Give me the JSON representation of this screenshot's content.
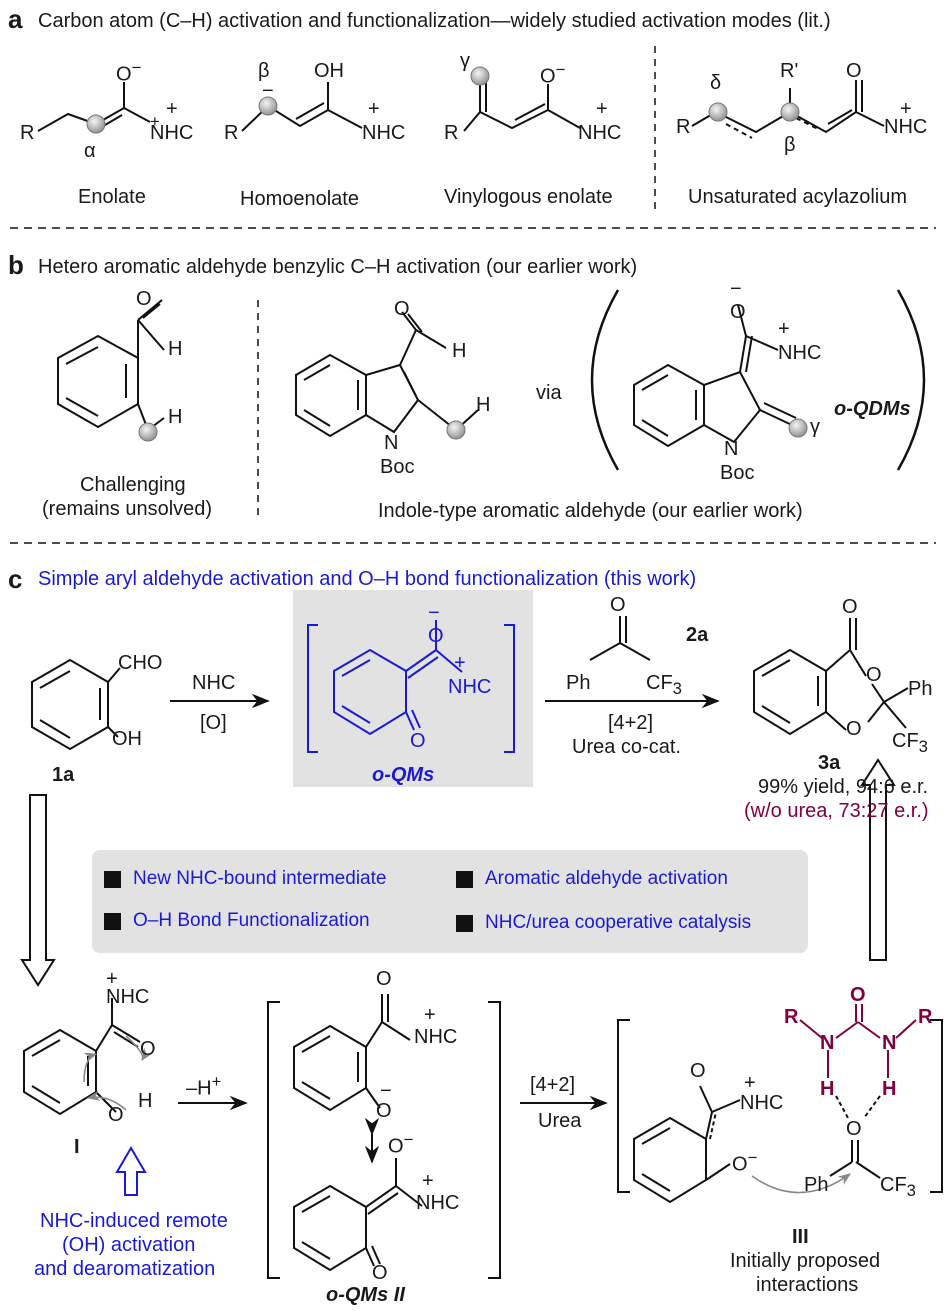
{
  "panel_a": {
    "letter": "a",
    "heading": "Carbon atom (C–H) activation and functionalization—widely studied activation modes (lit.)",
    "enolate": "Enolate",
    "homoenolate": "Homoenolate",
    "vinylogous": "Vinylogous enolate",
    "acylazolium": "Unsaturated acylazolium"
  },
  "panel_b": {
    "letter": "b",
    "heading": "Hetero aromatic aldehyde benzylic C–H activation (our earlier work)",
    "challenging": "Challenging",
    "unsolved": "(remains unsolved)",
    "via": "via",
    "oqdms": "o-QDMs",
    "indole_caption": "Indole-type aromatic aldehyde (our earlier work)"
  },
  "panel_c": {
    "letter": "c",
    "heading": "Simple aryl aldehyde activation and O–H bond functionalization (this work)",
    "label_1a": "1a",
    "nhc": "NHC",
    "oxidant": "[O]",
    "oqms": "o-QMs",
    "reagent": "2a",
    "cyclo": "[4+2]",
    "urea_cocat": "Urea co-cat.",
    "product": "3a",
    "yield": "99% yield, 94:6 e.r.",
    "wo_urea": "(w/o urea, 73:27 e.r.)",
    "features": [
      "New NHC-bound intermediate",
      "Aromatic aldehyde activation",
      "O–H Bond Functionalization",
      "NHC/urea cooperative catalysis"
    ],
    "label_I": "I",
    "deprot": "–H",
    "remote_1": "NHC-induced remote",
    "remote_2": "(OH) activation",
    "remote_3": "and dearomatization",
    "oqms_ii": "o-QMs II",
    "cyclo2": "[4+2]",
    "urea": "Urea",
    "label_III": "III",
    "interactions_1": "Initially proposed",
    "interactions_2": "interactions"
  },
  "colors": {
    "blue": "#1a1ad6",
    "maroon": "#800040",
    "grey_box": "#e2e2e2"
  }
}
